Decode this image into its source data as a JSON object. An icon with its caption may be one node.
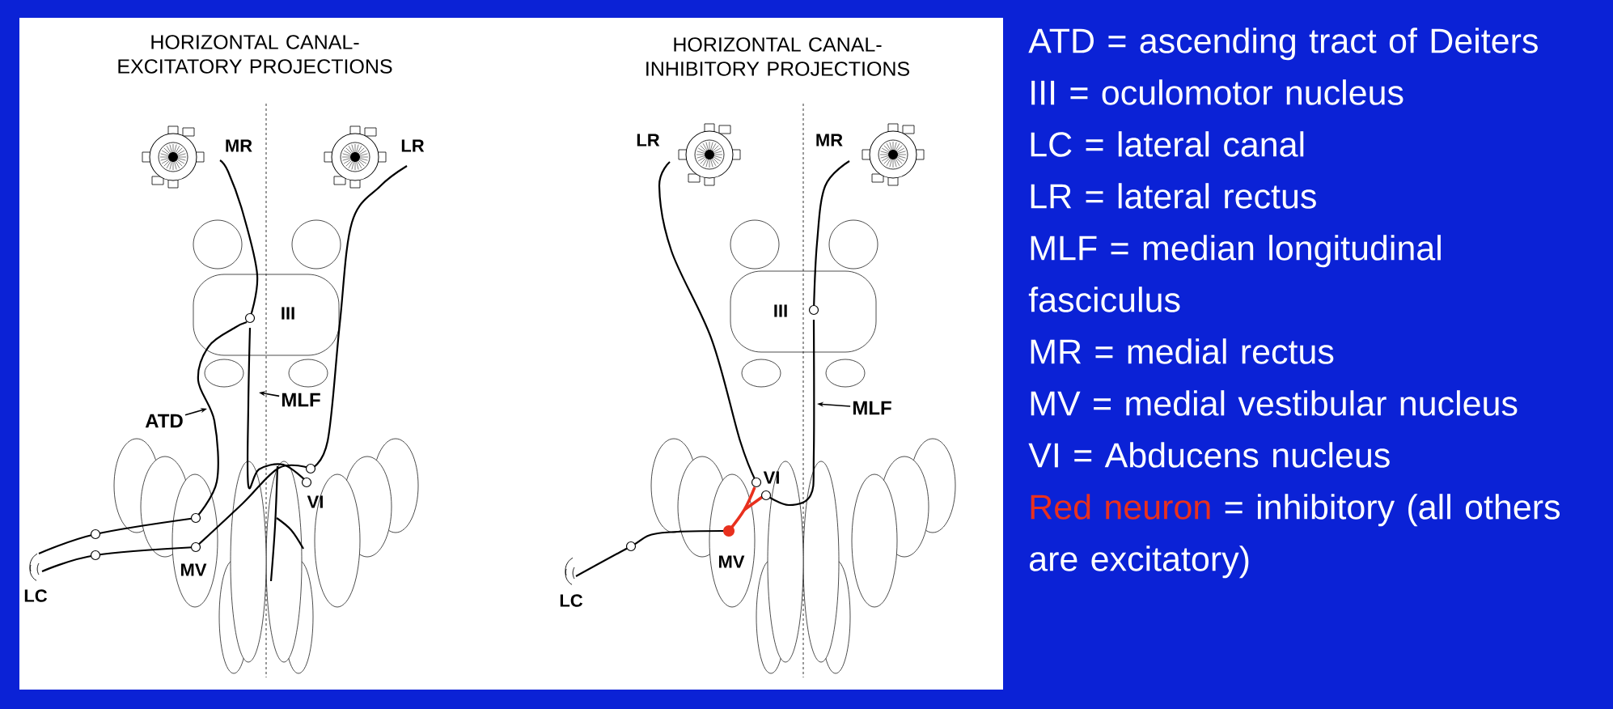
{
  "diagram": {
    "nodes": [
      {
        "text": [
          "ATD"
        ]
      },
      {
        "text": [
          "MLF"
        ]
      },
      {
        "text": [
          "MLF"
        ]
      }
    ],
    "edges": [
      {
        "from": 0,
        "to": null,
        "arrow": "to"
      },
      {
        "from": 1,
        "to": null,
        "arrow": "to"
      },
      {
        "from": 2,
        "to": null,
        "arrow": "to"
      }
    ],
    "labels": [
      "HORIZONTAL CANAL-EXCITATORY PROJECTIONS",
      "HORIZONTAL CANAL-INHIBITORY PROJECTIONS",
      "MR",
      "LR",
      "III",
      "MV",
      "VI",
      "LC",
      "LR",
      "MR",
      "III",
      "VI",
      "MV",
      "LC",
      "ATD = ascending tract of Deiters",
      "III = oculomotor nucleus",
      "LC = lateral canal",
      "LR = lateral rectus",
      "MLF = median longitudinal fasciculus",
      "MR = medial rectus",
      "MV = medial vestibular nucleus",
      "VI = Abducens nucleus",
      "Red neuron",
      "= inhibitory (all others are excitatory)"
    ]
  }
}
